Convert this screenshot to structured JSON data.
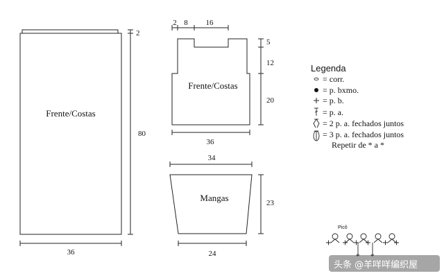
{
  "pieces": {
    "large": {
      "label": "Frente/Costas",
      "width": "36",
      "height": "80",
      "top_strip": "2"
    },
    "small": {
      "label": "Frente/Costas",
      "top_dims": [
        "2",
        "8",
        "16"
      ],
      "right_dims": [
        "5",
        "12",
        "20"
      ],
      "width": "36"
    },
    "sleeve": {
      "label": "Mangas",
      "top_width": "34",
      "bottom_width": "24",
      "height": "23"
    }
  },
  "legend": {
    "title": "Legenda",
    "items": [
      {
        "symbol": "chain-symbol",
        "text": "= corr."
      },
      {
        "symbol": "slip-stitch-symbol",
        "text": "= p. bxmo."
      },
      {
        "symbol": "plus-symbol",
        "text": "= p. b."
      },
      {
        "symbol": "double-crochet-symbol",
        "text": "= p. a."
      },
      {
        "symbol": "two-dc-together-symbol",
        "text": "= 2 p. a. fechados juntos"
      },
      {
        "symbol": "three-dc-together-symbol",
        "text": "= 3 p. a. fechados juntos"
      }
    ],
    "repeat_text": "Repetir de * a *"
  },
  "stitch_diagram": {
    "label": "Picô",
    "stars": [
      "*",
      "*"
    ]
  },
  "watermark": {
    "text": "头条 @羊咩咩编织屋"
  }
}
